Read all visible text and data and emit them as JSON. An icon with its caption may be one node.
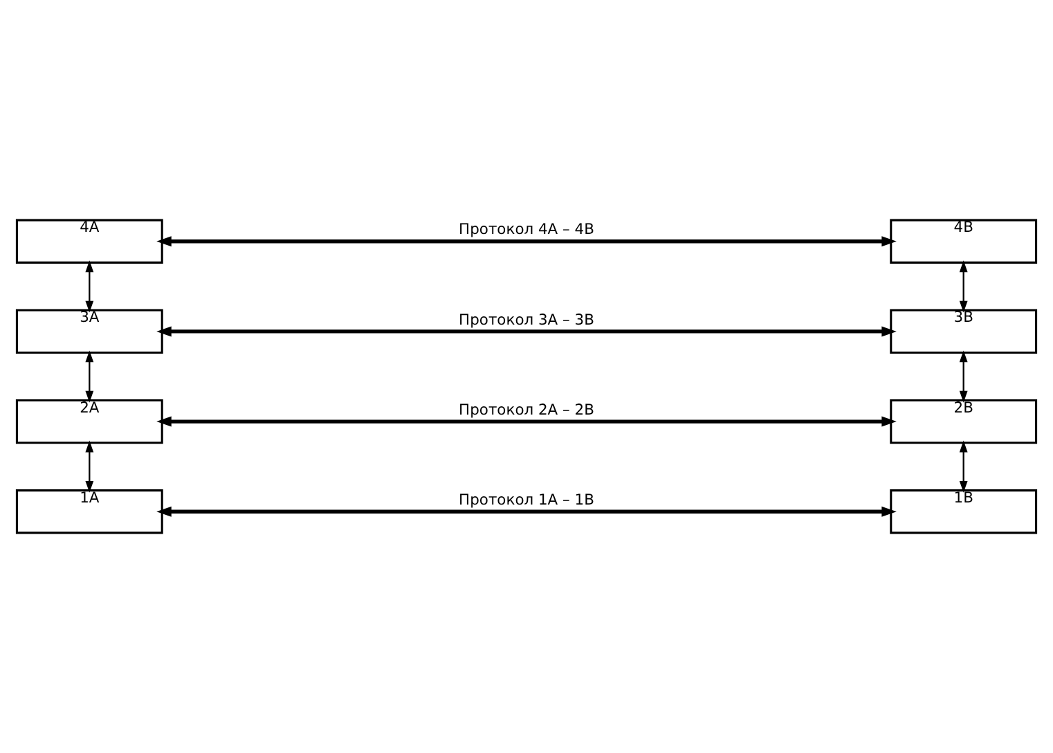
{
  "diagram": {
    "nodes": [
      {
        "text": [
          "4A"
        ]
      },
      {
        "text": [
          "4B"
        ]
      },
      {
        "text": [
          "3A"
        ]
      },
      {
        "text": [
          "3B"
        ]
      },
      {
        "text": [
          "2A"
        ]
      },
      {
        "text": [
          "2B"
        ]
      },
      {
        "text": [
          "1A"
        ]
      },
      {
        "text": [
          "1B"
        ]
      }
    ],
    "edges": [
      {
        "from": 0,
        "to": 1,
        "arrow": "both",
        "label": "Протокол 4A – 4B",
        "style": "thick"
      },
      {
        "from": 0,
        "to": 2,
        "arrow": "both"
      },
      {
        "from": 1,
        "to": 3,
        "arrow": "both"
      },
      {
        "from": 2,
        "to": 3,
        "arrow": "both",
        "label": "Протокол 3A – 3B",
        "style": "thick"
      },
      {
        "from": 2,
        "to": 4,
        "arrow": "both"
      },
      {
        "from": 3,
        "to": 5,
        "arrow": "both"
      },
      {
        "from": 4,
        "to": 5,
        "arrow": "both",
        "label": "Протокол 2A – 2B",
        "style": "thick"
      },
      {
        "from": 4,
        "to": 6,
        "arrow": "both"
      },
      {
        "from": 5,
        "to": 7,
        "arrow": "both"
      },
      {
        "from": 6,
        "to": 7,
        "arrow": "both",
        "label": "Протокол 1A – 1B",
        "style": "thick"
      }
    ]
  }
}
